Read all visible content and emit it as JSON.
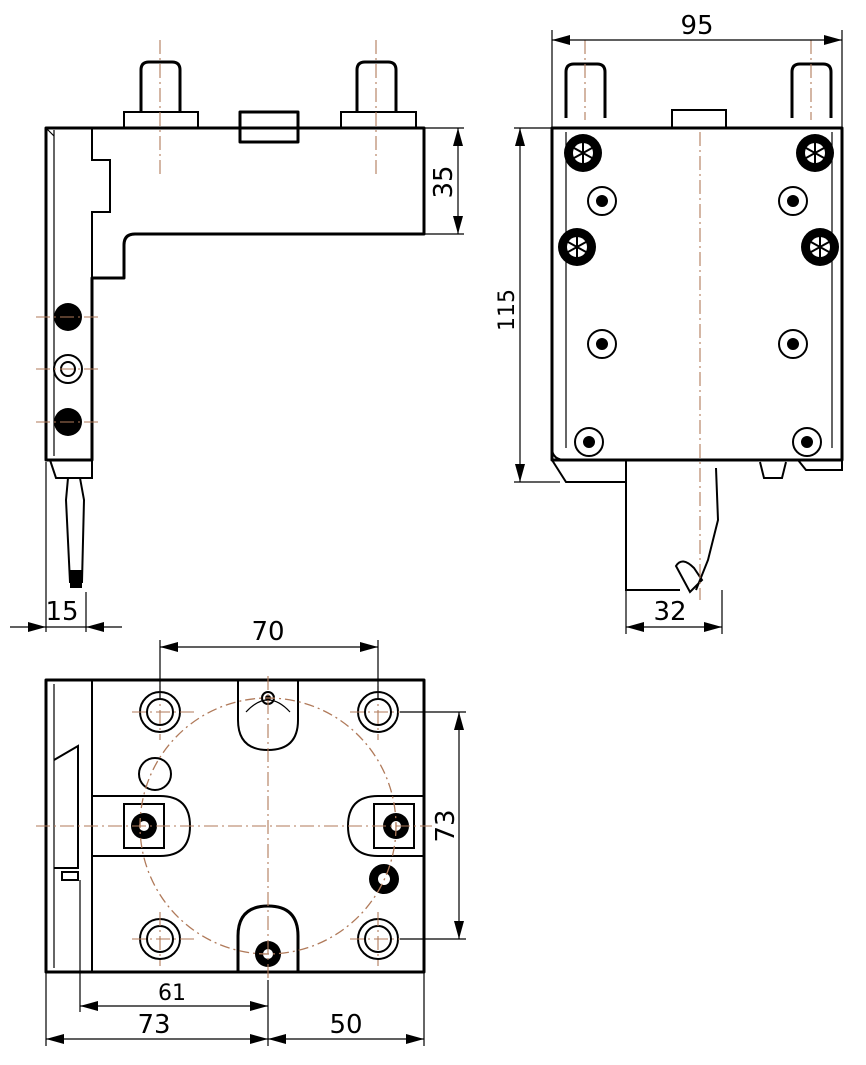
{
  "dimensions": {
    "width_95": "95",
    "height_115": "115",
    "height_35": "35",
    "width_15": "15",
    "width_32": "32",
    "spacing_70": "70",
    "spacing_73_vertical": "73",
    "length_61": "61",
    "length_73": "73",
    "length_50": "50"
  }
}
